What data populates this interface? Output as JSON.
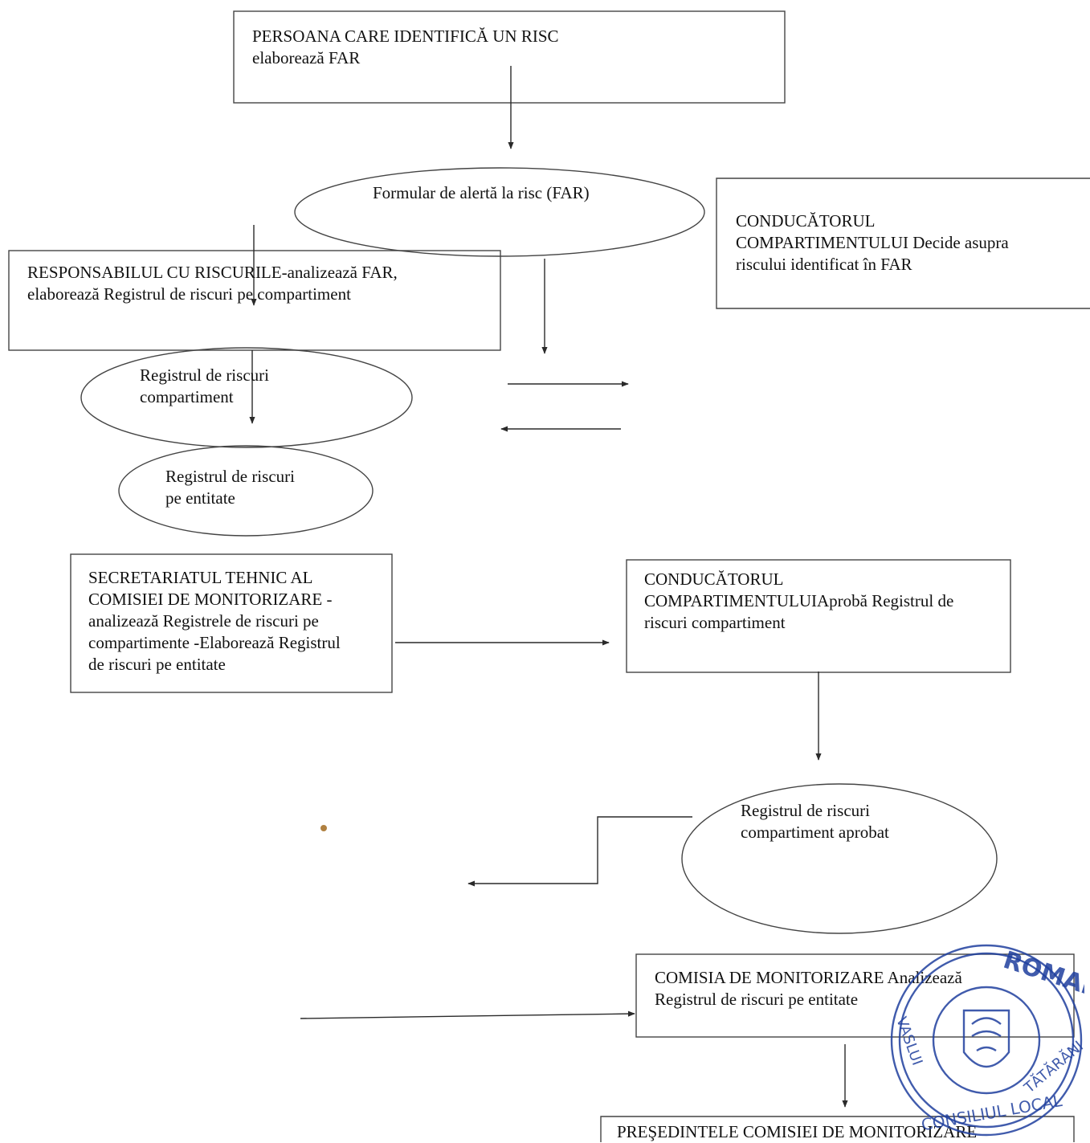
{
  "nodes": {
    "persoana": {
      "lines": [
        "PERSOANA CARE IDENTIFICĂ UN RISC",
        "elaborează FAR"
      ]
    },
    "far": {
      "lines": [
        "Formular de alertă la risc (FAR)"
      ]
    },
    "conducator1": {
      "lines": [
        "CONDUCĂTORUL",
        "COMPARTIMENTULUI Decide asupra",
        "riscului identificat în FAR"
      ]
    },
    "responsabil": {
      "lines": [
        "RESPONSABILUL CU RISCURILE-analizează FAR,",
        "elaborează Registrul de riscuri pe compartiment"
      ]
    },
    "reg_comp": {
      "lines": [
        "Registrul de riscuri",
        "compartiment"
      ]
    },
    "reg_entitate": {
      "lines": [
        "Registrul de riscuri",
        "pe entitate"
      ]
    },
    "secretariat": {
      "lines": [
        "SECRETARIATUL TEHNIC AL",
        "COMISIEI DE MONITORIZARE -",
        "analizează Registrele de riscuri pe",
        "compartimente -Elaborează Registrul",
        "de riscuri pe entitate"
      ]
    },
    "conducator2": {
      "lines": [
        "CONDUCĂTORUL",
        "COMPARTIMENTULUIAprobă Registrul de",
        "riscuri compartiment"
      ]
    },
    "reg_aprobat": {
      "lines": [
        "Registrul de riscuri",
        "compartiment aprobat"
      ]
    },
    "comisia": {
      "lines": [
        "COMISIA DE MONITORIZARE Analizează",
        "Registrul de riscuri pe entitate"
      ]
    },
    "presedinte": {
      "lines": [
        "PREŞEDINTELE COMISIEI DE MONITORIZARE"
      ]
    }
  },
  "stamp": {
    "text": "ROMANIA",
    "lines": [
      "CONSILIUL LOCAL",
      "VASLUI",
      "TĂTĂRĂNI"
    ]
  }
}
